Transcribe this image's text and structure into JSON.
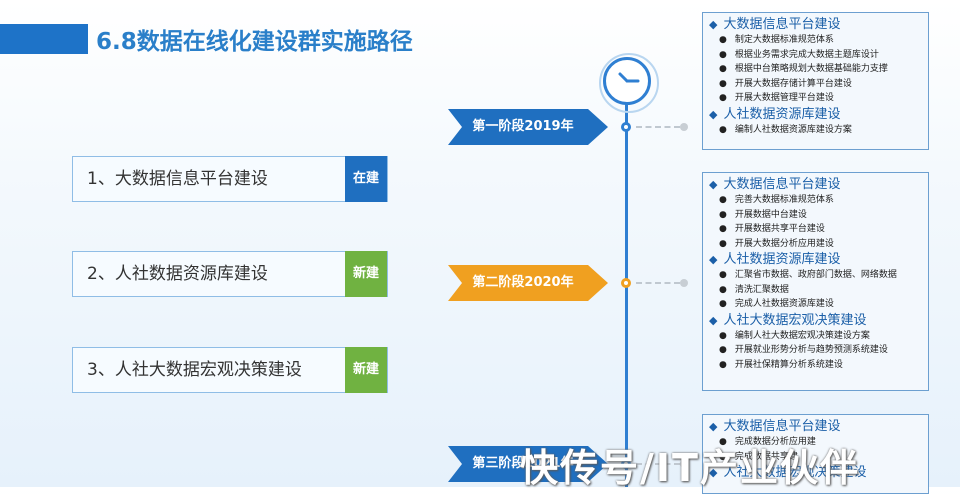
{
  "header": {
    "title": "6.8数据在线化建设群实施路径"
  },
  "items": [
    {
      "label": "1、大数据信息平台建设",
      "tag": "在建",
      "tag_color": "#1f6fc0"
    },
    {
      "label": "2、人社数据资源库建设",
      "tag": "新建",
      "tag_color": "#70b241"
    },
    {
      "label": "3、人社大数据宏观决策建设",
      "tag": "新建",
      "tag_color": "#70b241"
    }
  ],
  "stages": [
    {
      "label": "第一阶段2019年",
      "color": "#1f6fc0"
    },
    {
      "label": "第二阶段2020年",
      "color": "#f0a020"
    },
    {
      "label": "第三阶段2021年",
      "color": "#1f6fc0"
    }
  ],
  "boxes": [
    {
      "sections": [
        {
          "heading": "大数据信息平台建设",
          "bullets": [
            "制定大数据标准规范体系",
            "根据业务需求完成大数据主题库设计",
            "根据中台策略规划大数据基础能力支撑",
            "开展大数据存储计算平台建设",
            "开展大数据管理平台建设"
          ]
        },
        {
          "heading": "人社数据资源库建设",
          "bullets": [
            "编制人社数据资源库建设方案"
          ]
        }
      ]
    },
    {
      "sections": [
        {
          "heading": "大数据信息平台建设",
          "bullets": [
            "完善大数据标准规范体系",
            "开展数据中台建设",
            "开展数据共享平台建设",
            "开展大数据分析应用建设"
          ]
        },
        {
          "heading": "人社数据资源库建设",
          "bullets": [
            "汇聚省市数据、政府部门数据、网络数据",
            "清洗汇聚数据",
            "完成人社数据资源库建设"
          ]
        },
        {
          "heading": "人社大数据宏观决策建设",
          "bullets": [
            "编制人社大数据宏观决策建设方案",
            "开展就业形势分析与趋势预测系统建设",
            "开展社保精算分析系统建设"
          ]
        }
      ]
    },
    {
      "sections": [
        {
          "heading": "大数据信息平台建设",
          "bullets": [
            "完成数据分析应用建",
            "完成数据共享建"
          ]
        },
        {
          "heading": "人社大数据宏观决策建设",
          "bullets": []
        }
      ]
    }
  ],
  "watermark": "快传号/IT产业伙伴",
  "icons": {
    "clock": "clock-icon",
    "section": "diamond-bullet-icon",
    "bullet": "dot-bullet-icon"
  }
}
